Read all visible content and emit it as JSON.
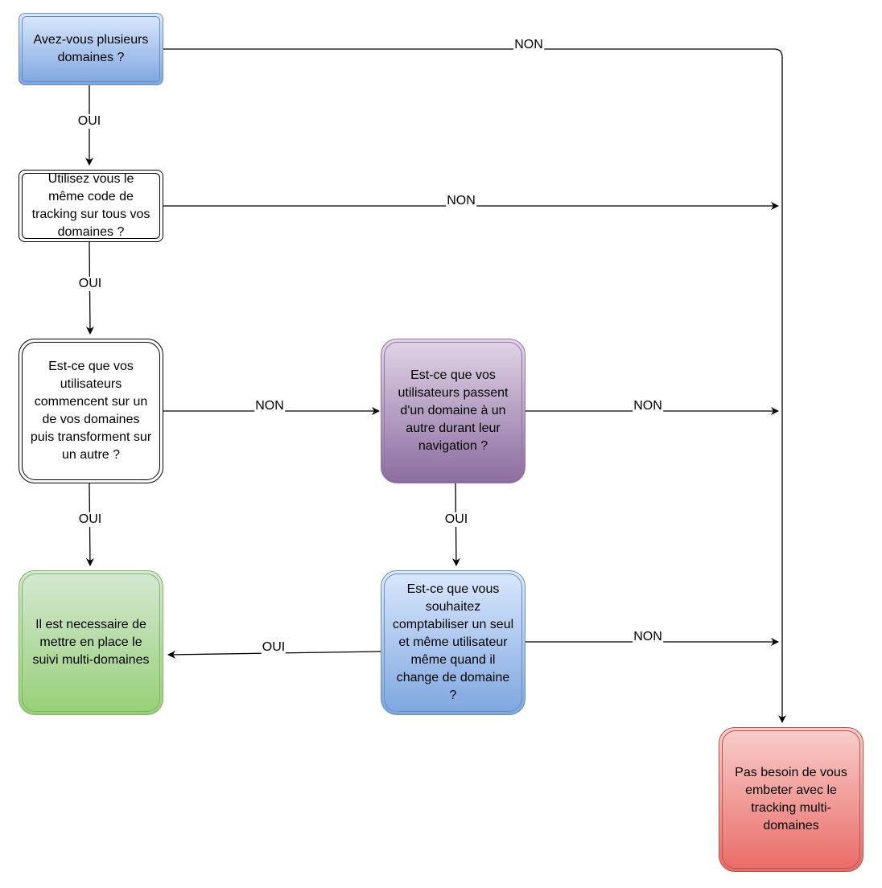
{
  "nodes": {
    "q1": "Avez-vous plusieurs\ndomaines ?",
    "q2": "Utilisez vous le\nmême code de\ntracking sur tous vos\ndomaines ?",
    "q3": "Est-ce que vos\nutilisateurs\ncommencent sur un\nde vos domaines\npuis transforment sur\nun autre ?",
    "q4": "Est-ce que vos\nutilisateurs passent\nd'un domaine à un\nautre durant leur\nnavigation ?",
    "q5": "Est-ce que vous\nsouhaitez\ncomptabiliser un seul\net même utilisateur\nmême quand il\nchange de domaine\n?",
    "result_yes": "Il est necessaire de\nmettre en place le\nsuivi multi-domaines",
    "result_no": "Pas besoin de vous\nembeter avec le\ntracking multi-\ndomaines"
  },
  "edges": {
    "q1_no": "NON",
    "q1_yes": "OUI",
    "q2_no": "NON",
    "q2_yes": "OUI",
    "q3_no": "NON",
    "q3_yes": "OUI",
    "q4_no": "NON",
    "q4_yes": "OUI",
    "q5_no": "NON",
    "q5_yes": "OUI"
  }
}
